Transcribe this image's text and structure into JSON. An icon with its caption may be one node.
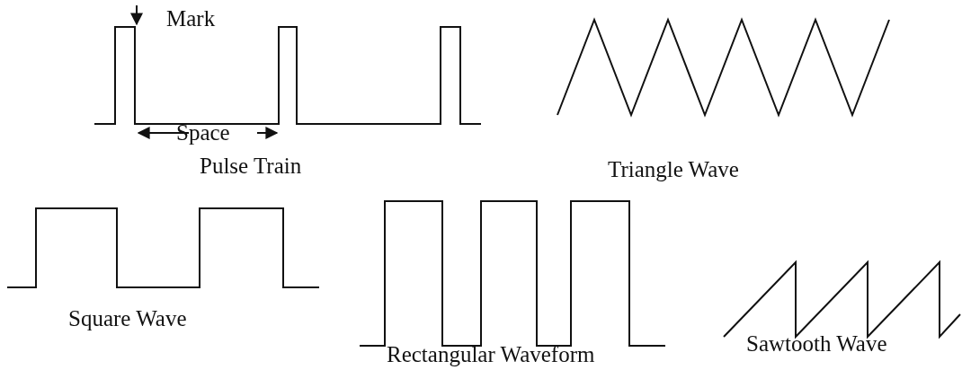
{
  "diagram": {
    "labels": [
      "Mark",
      "Space",
      "Pulse Train",
      "Triangle Wave",
      "Square Wave",
      "Rectangular Waveform",
      "Sawtooth Wave"
    ]
  }
}
